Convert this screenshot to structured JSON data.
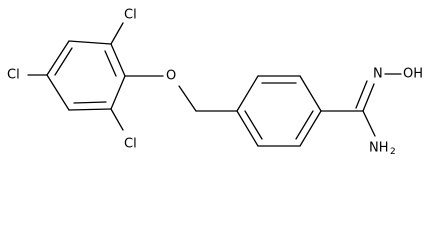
{
  "molecule": {
    "atoms": {
      "cl_top": "Cl",
      "cl_left": "Cl",
      "cl_bottom": "Cl",
      "oxygen_ether": "O",
      "oxime": "N",
      "oxime_oh": "OH",
      "amine_n": "NH",
      "amine_sub": "2"
    }
  }
}
